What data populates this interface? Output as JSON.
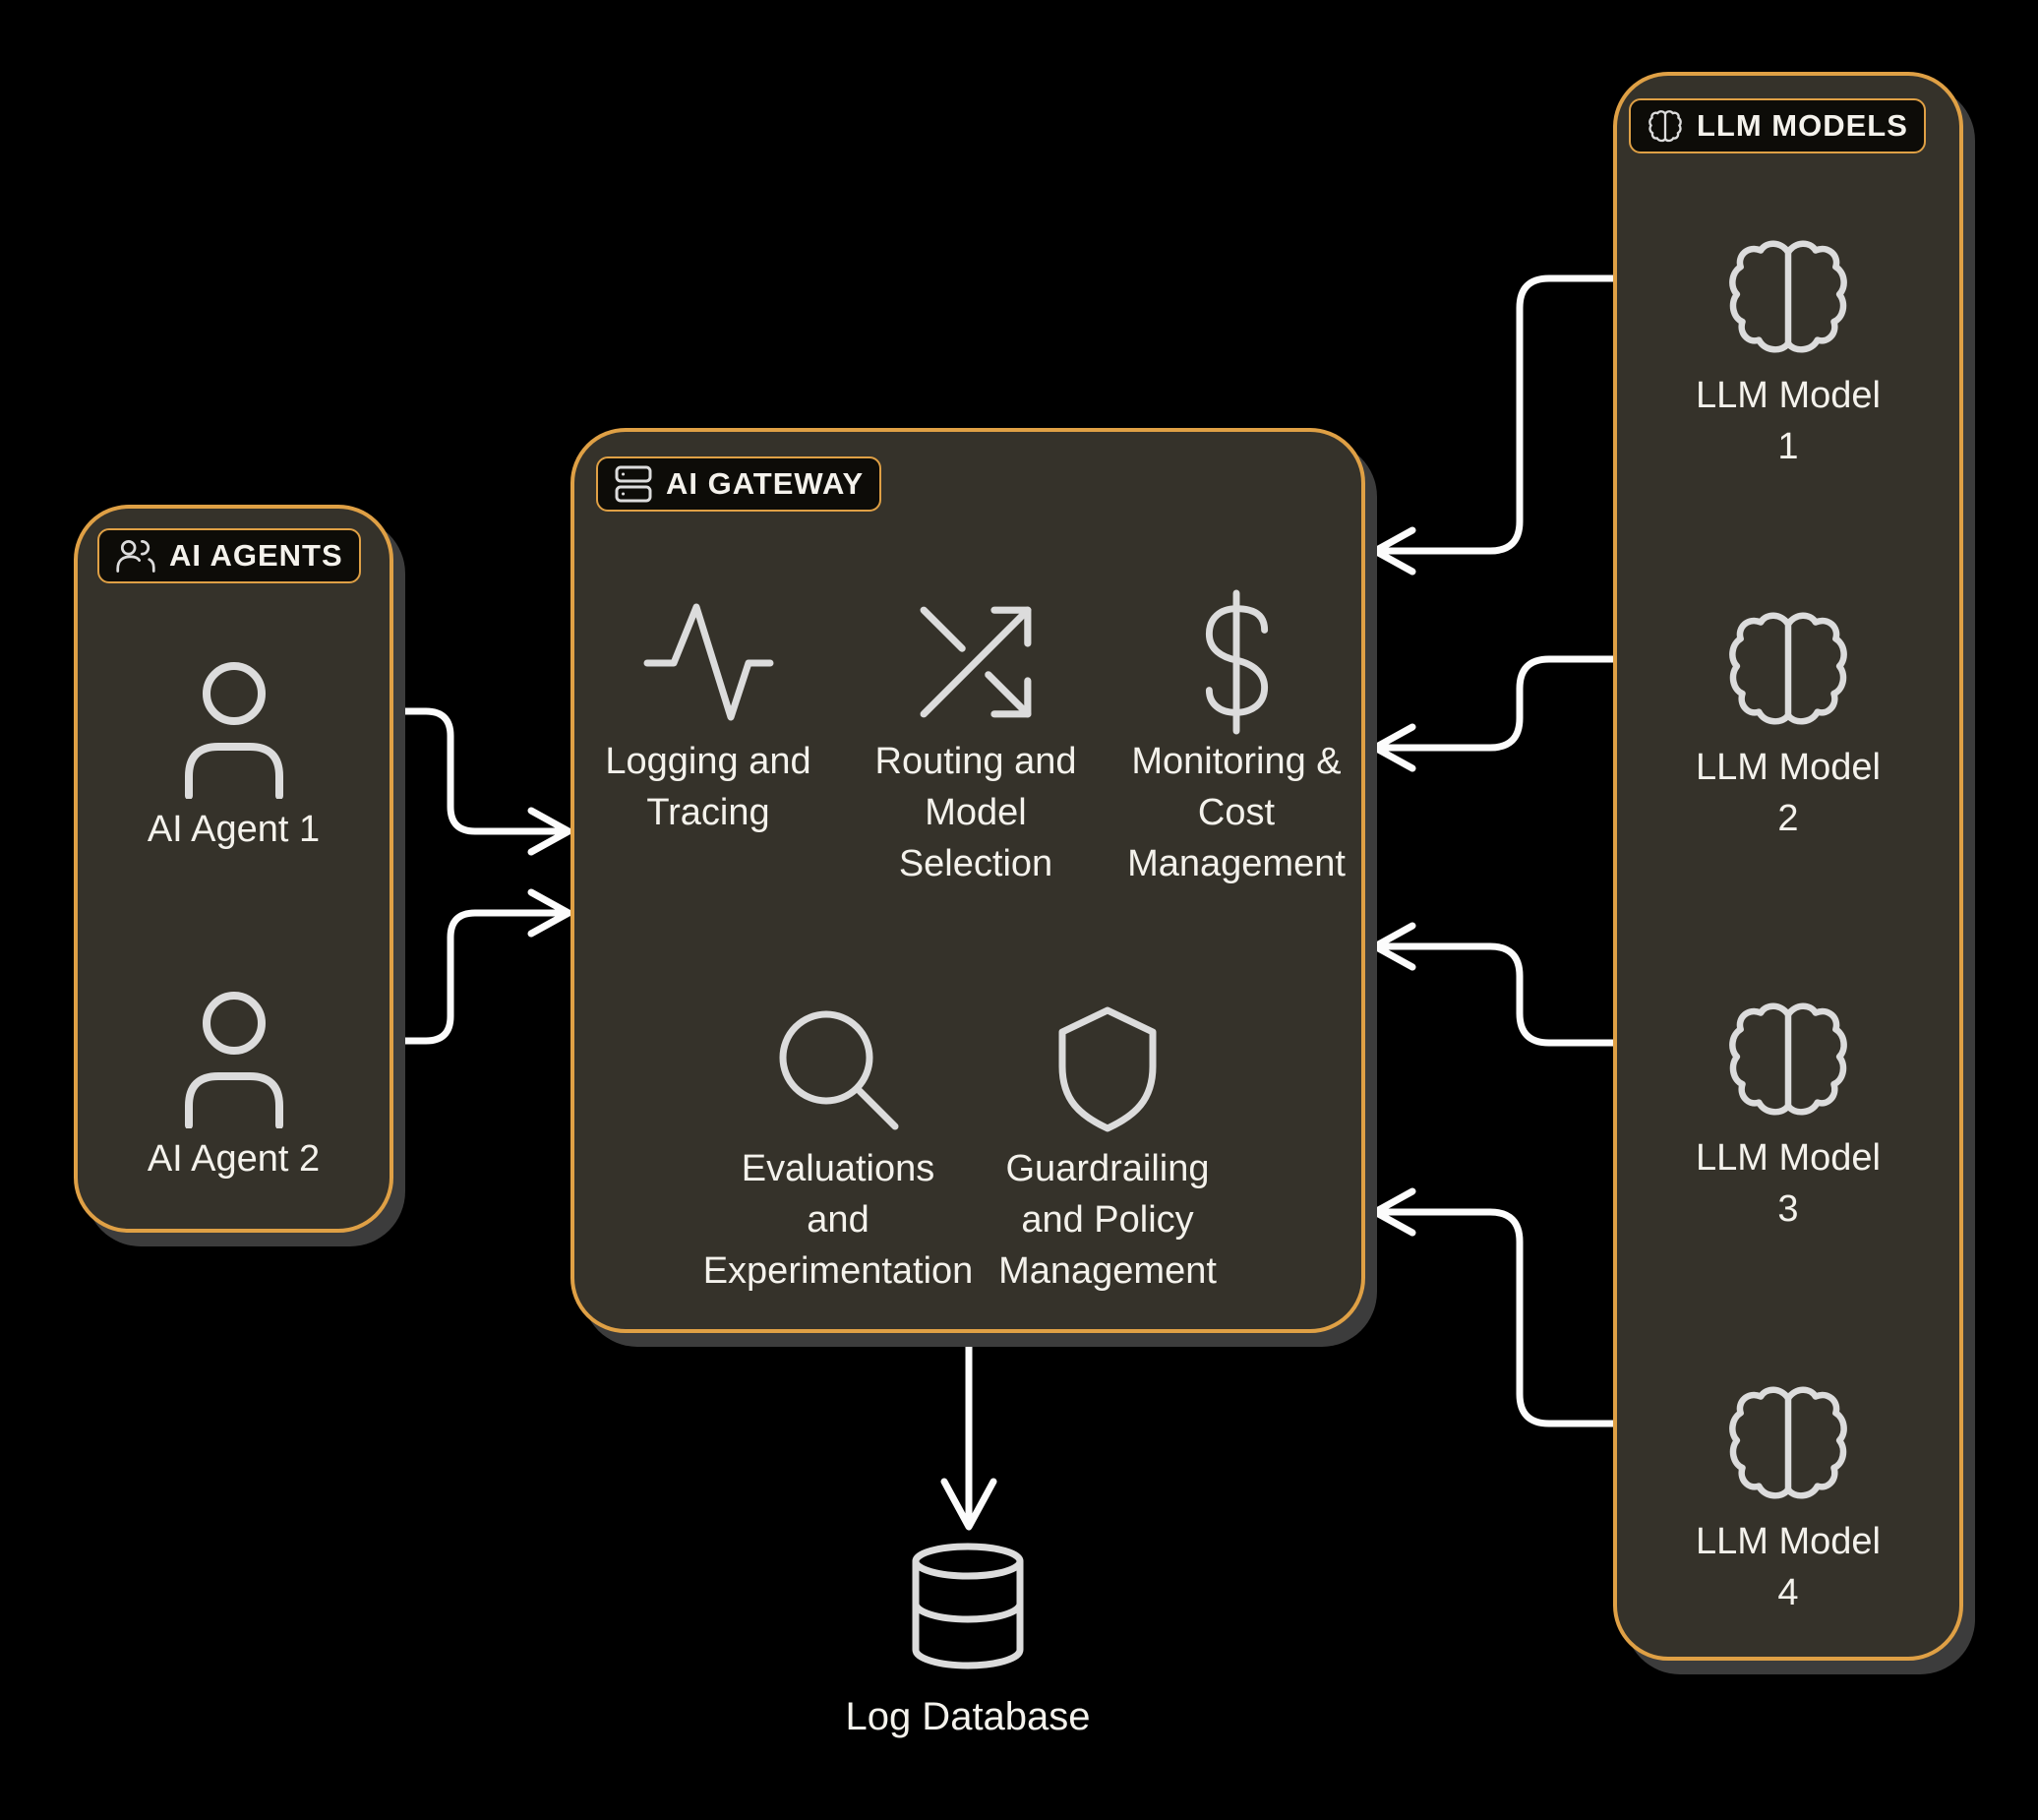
{
  "colors": {
    "canvas": "#000000",
    "panel": "#35322A",
    "accent": "#DFA045",
    "shadow": "#3C3C3C",
    "text": "#F4F2EC",
    "icon": "#DCDCDC",
    "arrow": "#FCFCFC",
    "badge": "#0D0C08"
  },
  "agents_panel": {
    "title": "AI AGENTS",
    "agents": [
      {
        "label": "AI Agent 1"
      },
      {
        "label": "AI Agent 2"
      }
    ]
  },
  "gateway_panel": {
    "title": "AI GATEWAY",
    "features": [
      {
        "id": "logging",
        "icon": "activity-icon",
        "lines": [
          "Logging and",
          "Tracing"
        ]
      },
      {
        "id": "routing",
        "icon": "shuffle-icon",
        "lines": [
          "Routing and",
          "Model",
          "Selection"
        ]
      },
      {
        "id": "monitoring",
        "icon": "dollar-sign-icon",
        "lines": [
          "Monitoring &",
          "Cost",
          "Management"
        ]
      },
      {
        "id": "evaluations",
        "icon": "search-icon",
        "lines": [
          "Evaluations",
          "and",
          "Experimentation"
        ]
      },
      {
        "id": "guardrailing",
        "icon": "shield-icon",
        "lines": [
          "Guardrailing",
          "and Policy",
          "Management"
        ]
      }
    ]
  },
  "models_panel": {
    "title": "LLM MODELS",
    "models": [
      {
        "name": "LLM Model",
        "number": "1",
        "icon": "brain-icon"
      },
      {
        "name": "LLM Model",
        "number": "2",
        "icon": "brain-icon"
      },
      {
        "name": "LLM Model",
        "number": "3",
        "icon": "brain-icon"
      },
      {
        "name": "LLM Model",
        "number": "4",
        "icon": "brain-icon"
      }
    ]
  },
  "database": {
    "label": "Log Database",
    "icon": "database-icon"
  },
  "connections": [
    {
      "from": "ai-gateway",
      "to": "ai-agent-1",
      "bidirectional": true
    },
    {
      "from": "ai-gateway",
      "to": "ai-agent-2",
      "bidirectional": true
    },
    {
      "from": "ai-gateway",
      "to": "llm-model-1",
      "bidirectional": true
    },
    {
      "from": "ai-gateway",
      "to": "llm-model-2",
      "bidirectional": true
    },
    {
      "from": "ai-gateway",
      "to": "llm-model-3",
      "bidirectional": true
    },
    {
      "from": "ai-gateway",
      "to": "llm-model-4",
      "bidirectional": true
    },
    {
      "from": "ai-gateway",
      "to": "log-database",
      "bidirectional": false
    }
  ]
}
